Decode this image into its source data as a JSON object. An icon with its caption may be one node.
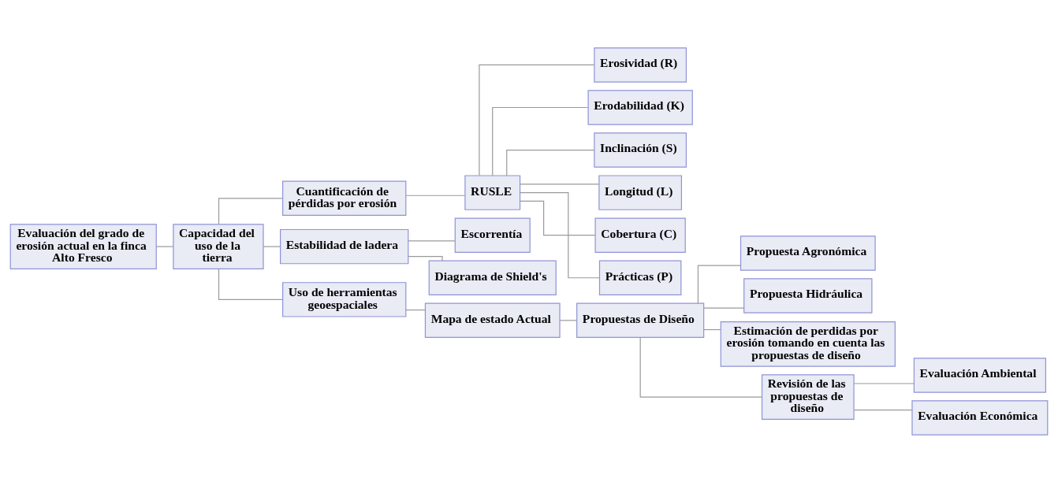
{
  "diagram": {
    "nodes": [
      {
        "text": [
          "Evaluación del grado de erosión actual en la finca Alto Fresco"
        ]
      },
      {
        "text": [
          "Capacidad del uso de la tierra"
        ]
      },
      {
        "text": [
          "Cuantificación de pérdidas por erosión"
        ]
      },
      {
        "text": [
          "RUSLE"
        ]
      },
      {
        "text": [
          "Erosividad (R)"
        ]
      },
      {
        "text": [
          "Erodabilidad (K)"
        ]
      },
      {
        "text": [
          "Inclinación (S)"
        ]
      },
      {
        "text": [
          "Longitud (L)"
        ]
      },
      {
        "text": [
          "Cobertura (C)"
        ]
      },
      {
        "text": [
          "Prácticas (P)"
        ]
      },
      {
        "text": [
          "Estabilidad de ladera"
        ]
      },
      {
        "text": [
          "Escorrentía"
        ]
      },
      {
        "text": [
          "Diagrama de Shield's"
        ]
      },
      {
        "text": [
          "Uso de herramientas geoespaciales"
        ]
      },
      {
        "text": [
          "Mapa de estado Actual"
        ]
      },
      {
        "text": [
          "Propuestas de Diseño"
        ]
      },
      {
        "text": [
          "Propuesta Agronómica"
        ]
      },
      {
        "text": [
          "Propuesta Hidráulica"
        ]
      },
      {
        "text": [
          "Estimación de perdidas por erosión tomando en cuenta las propuestas de diseño"
        ]
      },
      {
        "text": [
          "Revisión de las propuestas de diseño"
        ]
      },
      {
        "text": [
          "Evaluación Ambiental"
        ]
      },
      {
        "text": [
          "Evaluación Económica"
        ]
      }
    ],
    "edges": [
      {
        "from": 0,
        "to": 1,
        "arrow": "none"
      },
      {
        "from": 1,
        "to": 2,
        "arrow": "none"
      },
      {
        "from": 1,
        "to": 10,
        "arrow": "none"
      },
      {
        "from": 1,
        "to": 13,
        "arrow": "none"
      },
      {
        "from": 2,
        "to": 3,
        "arrow": "none"
      },
      {
        "from": 3,
        "to": 4,
        "arrow": "none"
      },
      {
        "from": 3,
        "to": 5,
        "arrow": "none"
      },
      {
        "from": 3,
        "to": 6,
        "arrow": "none"
      },
      {
        "from": 3,
        "to": 7,
        "arrow": "none"
      },
      {
        "from": 3,
        "to": 8,
        "arrow": "none"
      },
      {
        "from": 3,
        "to": 9,
        "arrow": "none"
      },
      {
        "from": 10,
        "to": 11,
        "arrow": "none"
      },
      {
        "from": 10,
        "to": 12,
        "arrow": "none"
      },
      {
        "from": 13,
        "to": 14,
        "arrow": "none"
      },
      {
        "from": 14,
        "to": 15,
        "arrow": "none"
      },
      {
        "from": 15,
        "to": 16,
        "arrow": "none"
      },
      {
        "from": 15,
        "to": 17,
        "arrow": "none"
      },
      {
        "from": 15,
        "to": 18,
        "arrow": "none"
      },
      {
        "from": 15,
        "to": 19,
        "arrow": "none"
      },
      {
        "from": 19,
        "to": 20,
        "arrow": "none"
      },
      {
        "from": 19,
        "to": 21,
        "arrow": "none"
      }
    ]
  }
}
